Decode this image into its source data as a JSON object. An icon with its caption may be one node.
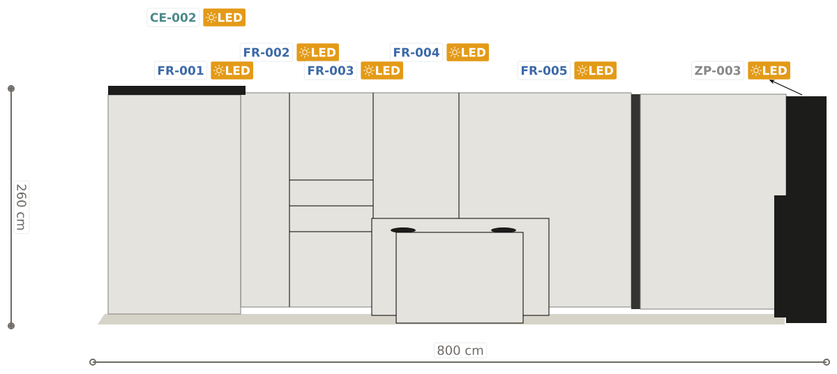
{
  "diagram": {
    "nodes": [
      {
        "text": [
          "CE-002"
        ],
        "beside": [
          "LED"
        ]
      },
      {
        "text": [
          "FR-002"
        ],
        "beside": [
          "LED"
        ]
      },
      {
        "text": [
          "FR-004"
        ],
        "beside": [
          "LED"
        ]
      },
      {
        "text": [
          "FR-001"
        ],
        "beside": [
          "LED"
        ]
      },
      {
        "text": [
          "FR-003"
        ],
        "beside": [
          "LED"
        ]
      },
      {
        "text": [
          "FR-005"
        ],
        "beside": [
          "LED"
        ]
      },
      {
        "text": [
          "ZP-003"
        ],
        "beside": [
          "LED"
        ]
      }
    ],
    "edges": [
      {
        "from": null,
        "to": 6,
        "arrow": "to"
      }
    ],
    "labels": [
      "260 cm",
      "800 cm"
    ]
  }
}
